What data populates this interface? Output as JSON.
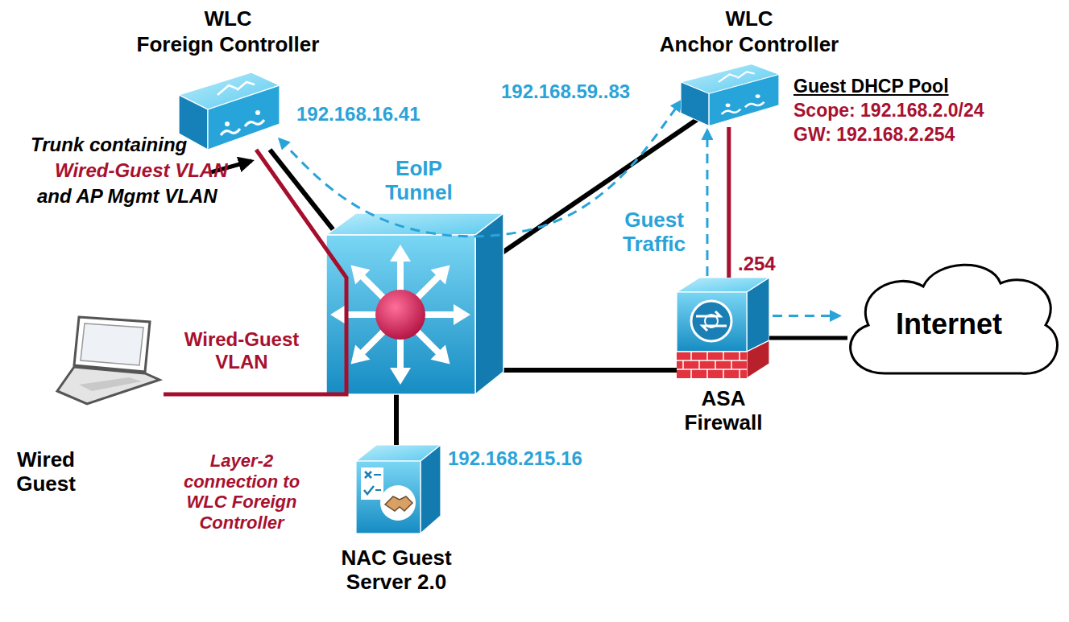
{
  "diagram": {
    "nodes": [
      {
        "text": [
          "WLC",
          "Foreign Controller",
          "192.168.16.41"
        ]
      },
      {
        "text": [
          "WLC",
          "Anchor Controller",
          "192.168.59..83"
        ]
      },
      {
        "text": [
          "ASA Firewall"
        ]
      },
      {
        "text": [
          "Internet"
        ]
      },
      {
        "text": [
          "Wired Guest"
        ]
      },
      {
        "text": [
          "NAC Guest Server 2.0",
          "192.168.215.16"
        ]
      }
    ],
    "edges": [
      {
        "from": 0,
        "to": 1,
        "label": "EoIP Tunnel",
        "arrow": "both"
      },
      {
        "from": 2,
        "to": 1,
        "label": "Guest Traffic",
        "arrow": "to"
      },
      {
        "from": 1,
        "to": 2,
        "arrow": "none"
      },
      {
        "from": 2,
        "to": 3,
        "arrow": "none"
      },
      {
        "from": 2,
        "to": 3,
        "arrow": "to"
      }
    ],
    "labels": [
      "Trunk containing",
      "Wired-Guest VLAN",
      "and AP Mgmt VLAN",
      "Wired-Guest VLAN",
      "Layer-2 connection to WLC Foreign Controller",
      "Guest DHCP Pool",
      "Scope: 192.168.2.0/24",
      "GW: 192.168.2.254",
      ".254"
    ]
  }
}
